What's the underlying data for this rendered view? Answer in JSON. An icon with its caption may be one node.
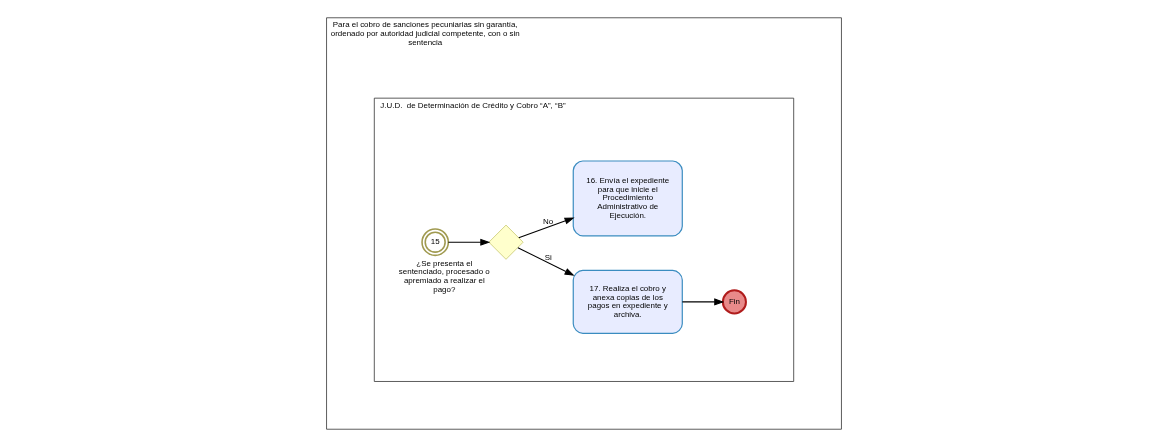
{
  "diagram": {
    "nodes": [
      {
        "text": [
          "Para el cobro de sanciones pecuniarias sin garantía, ordenado por autoridad judicial competente, con o sin sentencia"
        ]
      },
      {
        "text": [
          "J.U.D.  de Determinación de Crédito y Cobro “A”, “B”"
        ],
        "in": 0
      },
      {
        "text": [
          "15"
        ],
        "in": 1
      },
      {
        "text": [
          "¿Se presenta el sentenciado, procesado o apremiado a realizar el pago?"
        ],
        "in": 1
      },
      {
        "text": [
          "17. Realiza el cobro y anexa copias de los pagos en expediente y archiva."
        ],
        "in": 1
      },
      {
        "text": [
          "Fin"
        ],
        "in": 1
      },
      {
        "text": [
          "16. Envía el expediente para que inicie el Procedimiento Administrativo de Ejecución."
        ],
        "in": 1
      }
    ],
    "edges": [
      {
        "from": 2,
        "to": 3,
        "arrow": "to"
      },
      {
        "from": 3,
        "to": 4,
        "arrow": "to",
        "label": "Si"
      },
      {
        "from": 4,
        "to": 5,
        "arrow": "to"
      },
      {
        "from": 3,
        "to": 6,
        "arrow": "to",
        "label": "No"
      }
    ]
  }
}
